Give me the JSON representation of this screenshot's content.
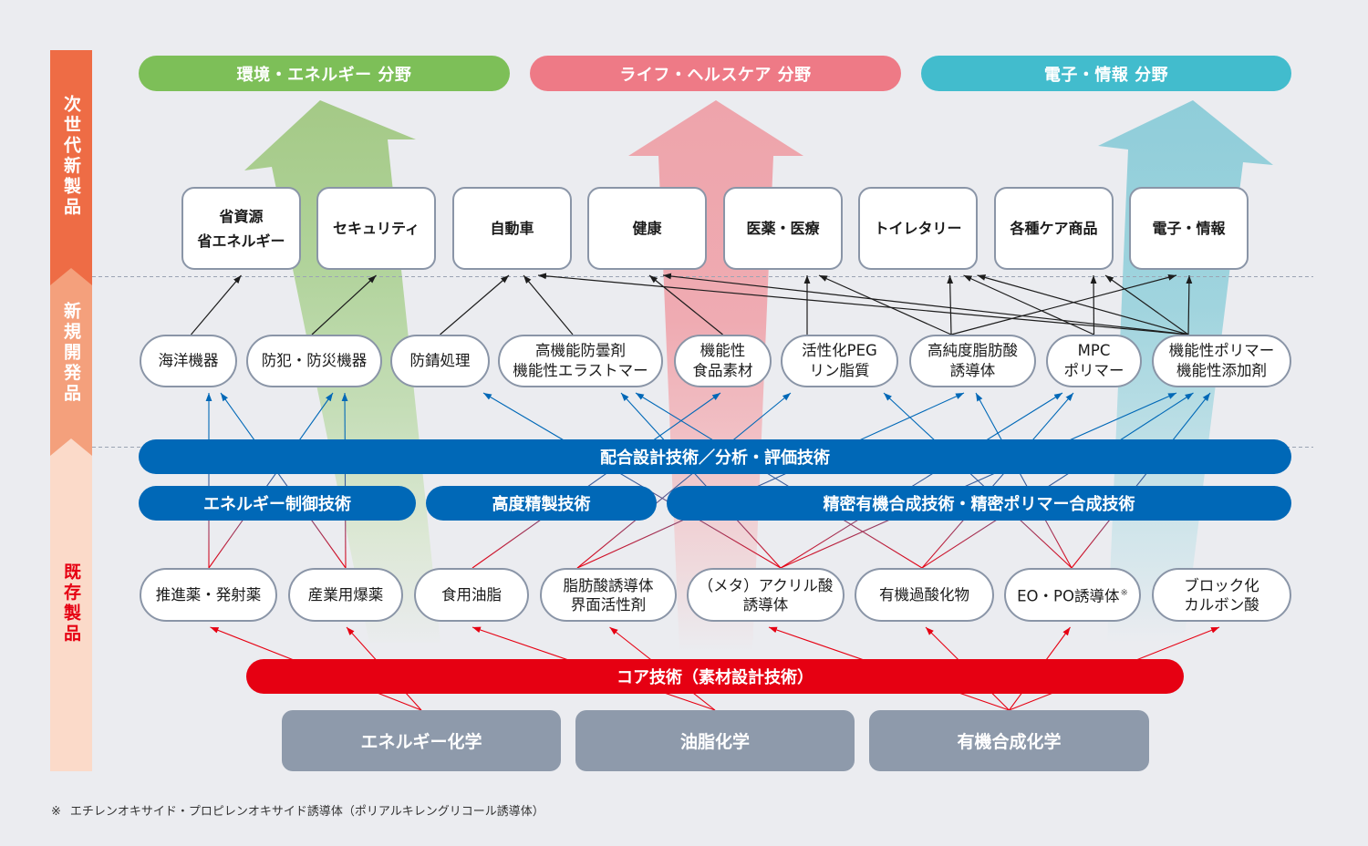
{
  "sidebar": {
    "stages": [
      {
        "label": "次世代新製品",
        "color": "#ee6c45",
        "text_color": "#ffffff"
      },
      {
        "label": "新規開発品",
        "color": "#f4a07c",
        "text_color": "#ffffff"
      },
      {
        "label": "既存製品",
        "color": "#fbdac9",
        "text_color": "#e60012"
      }
    ]
  },
  "fields": [
    {
      "label": "環境・エネルギー 分野",
      "color": "#7dbf58"
    },
    {
      "label": "ライフ・ヘルスケア 分野",
      "color": "#ee7a86"
    },
    {
      "label": "電子・情報 分野",
      "color": "#42bccd"
    }
  ],
  "next_gen_products": [
    {
      "id": "ng-resource",
      "label": "省資源\n省エネルギー"
    },
    {
      "id": "ng-security",
      "label": "セキュリティ"
    },
    {
      "id": "ng-automobile",
      "label": "自動車"
    },
    {
      "id": "ng-health",
      "label": "健康"
    },
    {
      "id": "ng-medical",
      "label": "医薬・医療"
    },
    {
      "id": "ng-toiletry",
      "label": "トイレタリー"
    },
    {
      "id": "ng-care",
      "label": "各種ケア商品"
    },
    {
      "id": "ng-electronics",
      "label": "電子・情報"
    }
  ],
  "new_products": [
    {
      "id": "nd-marine",
      "label": "海洋機器"
    },
    {
      "id": "nd-crime",
      "label": "防犯・防災機器"
    },
    {
      "id": "nd-rust",
      "label": "防錆処理"
    },
    {
      "id": "nd-antifog",
      "label": "高機能防曇剤\n機能性エラストマー"
    },
    {
      "id": "nd-food",
      "label": "機能性\n食品素材"
    },
    {
      "id": "nd-peg",
      "label": "活性化PEG\nリン脂質"
    },
    {
      "id": "nd-fattyacid",
      "label": "高純度脂肪酸\n誘導体"
    },
    {
      "id": "nd-mpc",
      "label": "MPC\nポリマー"
    },
    {
      "id": "nd-polymer",
      "label": "機能性ポリマー\n機能性添加剤"
    }
  ],
  "technologies": {
    "color": "#0068b7",
    "common": {
      "label": "配合設計技術／分析・評価技術"
    },
    "specific": [
      {
        "label": "エネルギー制御技術"
      },
      {
        "label": "高度精製技術"
      },
      {
        "label": "精密有機合成技術・精密ポリマー合成技術"
      }
    ]
  },
  "existing_products": [
    {
      "id": "ex-propellant",
      "label": "推進薬・発射薬"
    },
    {
      "id": "ex-explosive",
      "label": "産業用爆薬"
    },
    {
      "id": "ex-edibleoil",
      "label": "食用油脂"
    },
    {
      "id": "ex-fattyacid",
      "label": "脂肪酸誘導体\n界面活性剤"
    },
    {
      "id": "ex-acrylic",
      "label": "（メタ）アクリル酸\n誘導体"
    },
    {
      "id": "ex-peroxide",
      "label": "有機過酸化物"
    },
    {
      "id": "ex-eopo",
      "label": "EO・PO誘導体",
      "note_mark": "※"
    },
    {
      "id": "ex-carboxylic",
      "label": "ブロック化\nカルボン酸"
    }
  ],
  "core_technology": {
    "label": "コア技術（素材設計技術）",
    "color": "#e60012"
  },
  "base_chemistries": [
    {
      "id": "base-energy",
      "label": "エネルギー化学"
    },
    {
      "id": "base-oil",
      "label": "油脂化学"
    },
    {
      "id": "base-organic",
      "label": "有機合成化学"
    }
  ],
  "connections": {
    "new_to_next_gen": [
      {
        "from": "nd-marine",
        "to": "ng-resource"
      },
      {
        "from": "nd-crime",
        "to": "ng-security"
      },
      {
        "from": "nd-rust",
        "to": "ng-automobile"
      },
      {
        "from": "nd-antifog",
        "to": "ng-automobile"
      },
      {
        "from": "nd-polymer",
        "to": "ng-automobile"
      },
      {
        "from": "nd-food",
        "to": "ng-health"
      },
      {
        "from": "nd-polymer",
        "to": "ng-health"
      },
      {
        "from": "nd-peg",
        "to": "ng-medical"
      },
      {
        "from": "nd-fattyacid",
        "to": "ng-medical"
      },
      {
        "from": "nd-fattyacid",
        "to": "ng-toiletry"
      },
      {
        "from": "nd-mpc",
        "to": "ng-toiletry"
      },
      {
        "from": "nd-polymer",
        "to": "ng-toiletry"
      },
      {
        "from": "nd-mpc",
        "to": "ng-care"
      },
      {
        "from": "nd-polymer",
        "to": "ng-care"
      },
      {
        "from": "nd-fattyacid",
        "to": "ng-electronics"
      },
      {
        "from": "nd-polymer",
        "to": "ng-electronics"
      }
    ],
    "existing_to_new": [
      {
        "from": "ex-propellant",
        "to": "nd-marine"
      },
      {
        "from": "ex-explosive",
        "to": "nd-marine"
      },
      {
        "from": "ex-propellant",
        "to": "nd-crime"
      },
      {
        "from": "ex-explosive",
        "to": "nd-crime"
      },
      {
        "from": "ex-acrylic",
        "to": "nd-rust"
      },
      {
        "from": "ex-acrylic",
        "to": "nd-antifog"
      },
      {
        "from": "ex-peroxide",
        "to": "nd-antifog"
      },
      {
        "from": "ex-edibleoil",
        "to": "nd-food"
      },
      {
        "from": "ex-fattyacid",
        "to": "nd-peg"
      },
      {
        "from": "ex-eopo",
        "to": "nd-peg"
      },
      {
        "from": "ex-fattyacid",
        "to": "nd-fattyacid"
      },
      {
        "from": "ex-eopo",
        "to": "nd-fattyacid"
      },
      {
        "from": "ex-acrylic",
        "to": "nd-mpc"
      },
      {
        "from": "ex-peroxide",
        "to": "nd-mpc"
      },
      {
        "from": "ex-acrylic",
        "to": "nd-polymer"
      },
      {
        "from": "ex-peroxide",
        "to": "nd-polymer"
      },
      {
        "from": "ex-eopo",
        "to": "nd-polymer"
      }
    ],
    "base_to_existing": [
      {
        "from": "base-energy",
        "to": "ex-propellant"
      },
      {
        "from": "base-energy",
        "to": "ex-explosive"
      },
      {
        "from": "base-oil",
        "to": "ex-edibleoil"
      },
      {
        "from": "base-oil",
        "to": "ex-fattyacid"
      },
      {
        "from": "base-organic",
        "to": "ex-acrylic"
      },
      {
        "from": "base-organic",
        "to": "ex-peroxide"
      },
      {
        "from": "base-organic",
        "to": "ex-eopo"
      },
      {
        "from": "base-organic",
        "to": "ex-carboxylic"
      }
    ]
  },
  "footnote": {
    "mark": "※",
    "text": "エチレンオキサイド・プロピレンオキサイド誘導体（ポリアルキレングリコール誘導体）"
  }
}
